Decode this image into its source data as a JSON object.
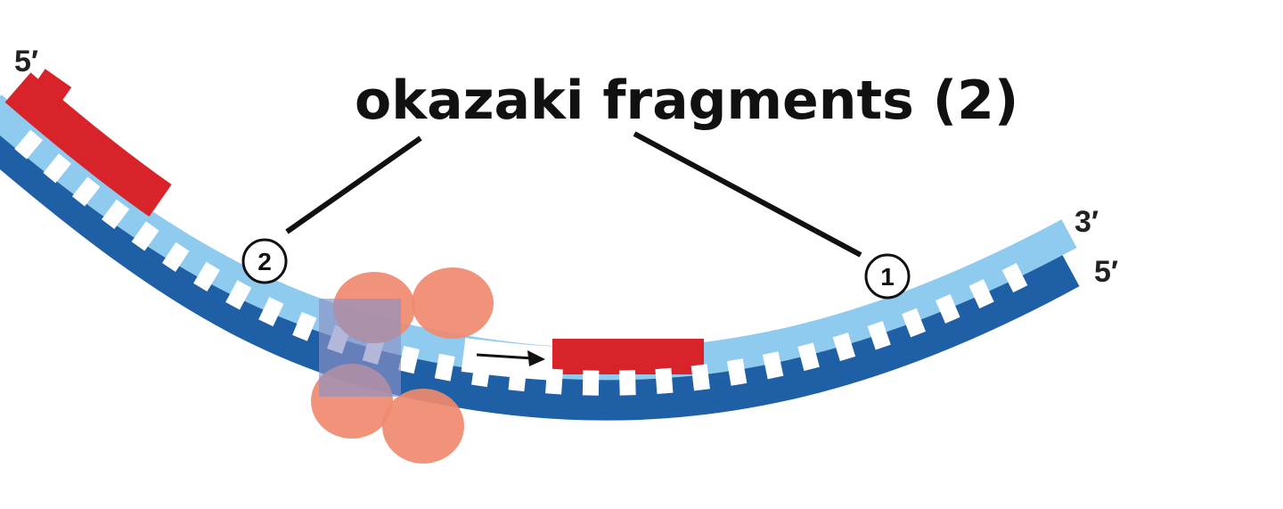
{
  "diagram": {
    "title": "okazaki fragments (2)",
    "labels": {
      "top_left_end": "5′",
      "right_top_end": "3′",
      "right_bottom_end": "5′"
    },
    "fragments": [
      {
        "number": "1"
      },
      {
        "number": "2"
      }
    ],
    "colors": {
      "template_strand": "#1f5fa6",
      "new_strand": "#8fcbee",
      "primer": "#d8232a",
      "polymerase": "#f08a6f",
      "base": "#ffffff",
      "pointer_line": "#111111"
    }
  }
}
